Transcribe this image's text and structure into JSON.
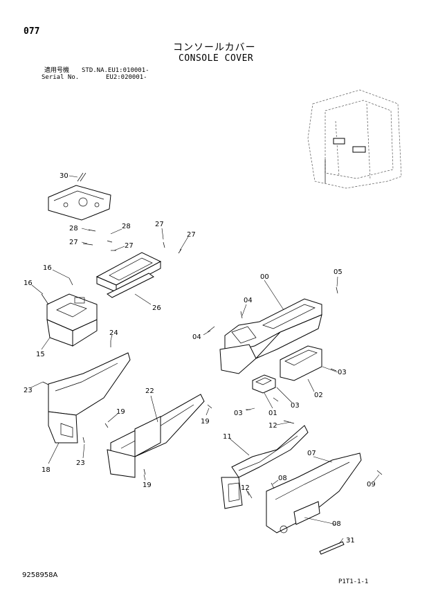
{
  "header": {
    "page_number": "077",
    "title_jp": "コンソールカバー",
    "title_en": "CONSOLE COVER",
    "applicability_jp": "適用号機",
    "applicability_std": "STD.NA.EU1:010001-",
    "serial_label": "Serial No.",
    "serial_eu2": "EU2:020001-"
  },
  "footer": {
    "doc_code": "9258958A",
    "page_ref": "P1T1-1-1"
  },
  "callouts": {
    "c30": "30",
    "c28a": "28",
    "c28b": "28",
    "c27a": "27",
    "c27b": "27",
    "c27c": "27",
    "c27d": "27",
    "c16a": "16",
    "c16b": "16",
    "c15": "15",
    "c26": "26",
    "c24": "24",
    "c23a": "23",
    "c23b": "23",
    "c18": "18",
    "c22": "22",
    "c19a": "19",
    "c19b": "19",
    "c19c": "19",
    "c00": "00",
    "c05": "05",
    "c04a": "04",
    "c04b": "04",
    "c03a": "03",
    "c03b": "03",
    "c03c": "03",
    "c02": "02",
    "c01": "01",
    "c12a": "12",
    "c12b": "12",
    "c11": "11",
    "c07": "07",
    "c08a": "08",
    "c08b": "08",
    "c09": "09",
    "c31": "31"
  }
}
